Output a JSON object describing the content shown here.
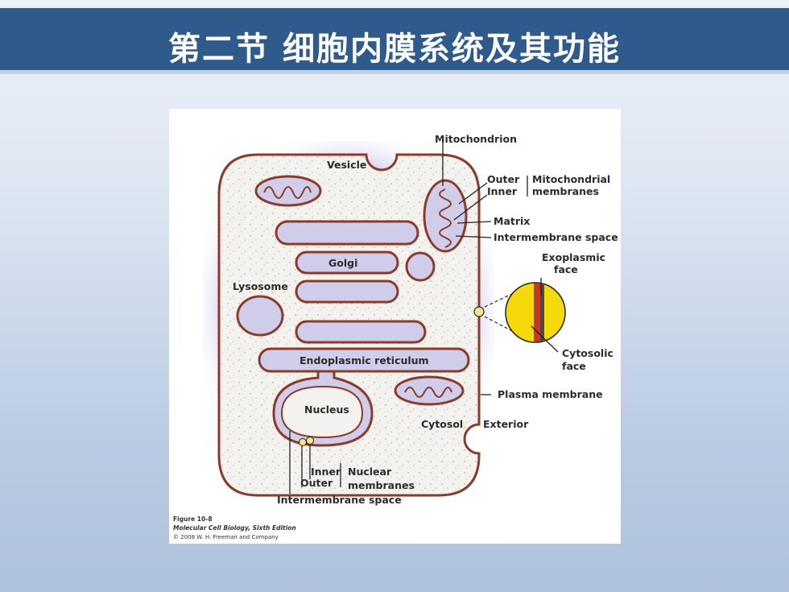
{
  "slide": {
    "title": "第二节  细胞内膜系统及其功能"
  },
  "diagram": {
    "labels": {
      "mitochondrion": "Mitochondrion",
      "vesicle": "Vesicle",
      "outer": "Outer",
      "inner": "Inner",
      "mito_membranes_1": "Mitochondrial",
      "mito_membranes_2": "membranes",
      "matrix": "Matrix",
      "intermembrane_space_mito": "Intermembrane space",
      "exoplasmic_1": "Exoplasmic",
      "exoplasmic_2": "face",
      "golgi": "Golgi",
      "lysosome": "Lysosome",
      "er": "Endoplasmic reticulum",
      "cytosolic_1": "Cytosolic",
      "cytosolic_2": "face",
      "plasma_membrane": "Plasma membrane",
      "nucleus": "Nucleus",
      "cytosol": "Cytosol",
      "exterior": "Exterior",
      "nuc_inner": "Inner",
      "nuc_outer": "Outer",
      "nuclear_1": "Nuclear",
      "nuclear_2": "membranes",
      "intermembrane_space_nuc": "Intermembrane space"
    },
    "caption": {
      "figure": "Figure 10-8",
      "book": "Molecular Cell Biology, Sixth Edition",
      "copyright": "© 2008 W. H. Freeman and Company"
    },
    "colors": {
      "lumen": "#cfcde9",
      "membrane": "#8a3b2a",
      "cytosol": "#f3f1ee",
      "exoplasmic_face": "#f5d90a",
      "bilayer": "#c0392b"
    }
  }
}
